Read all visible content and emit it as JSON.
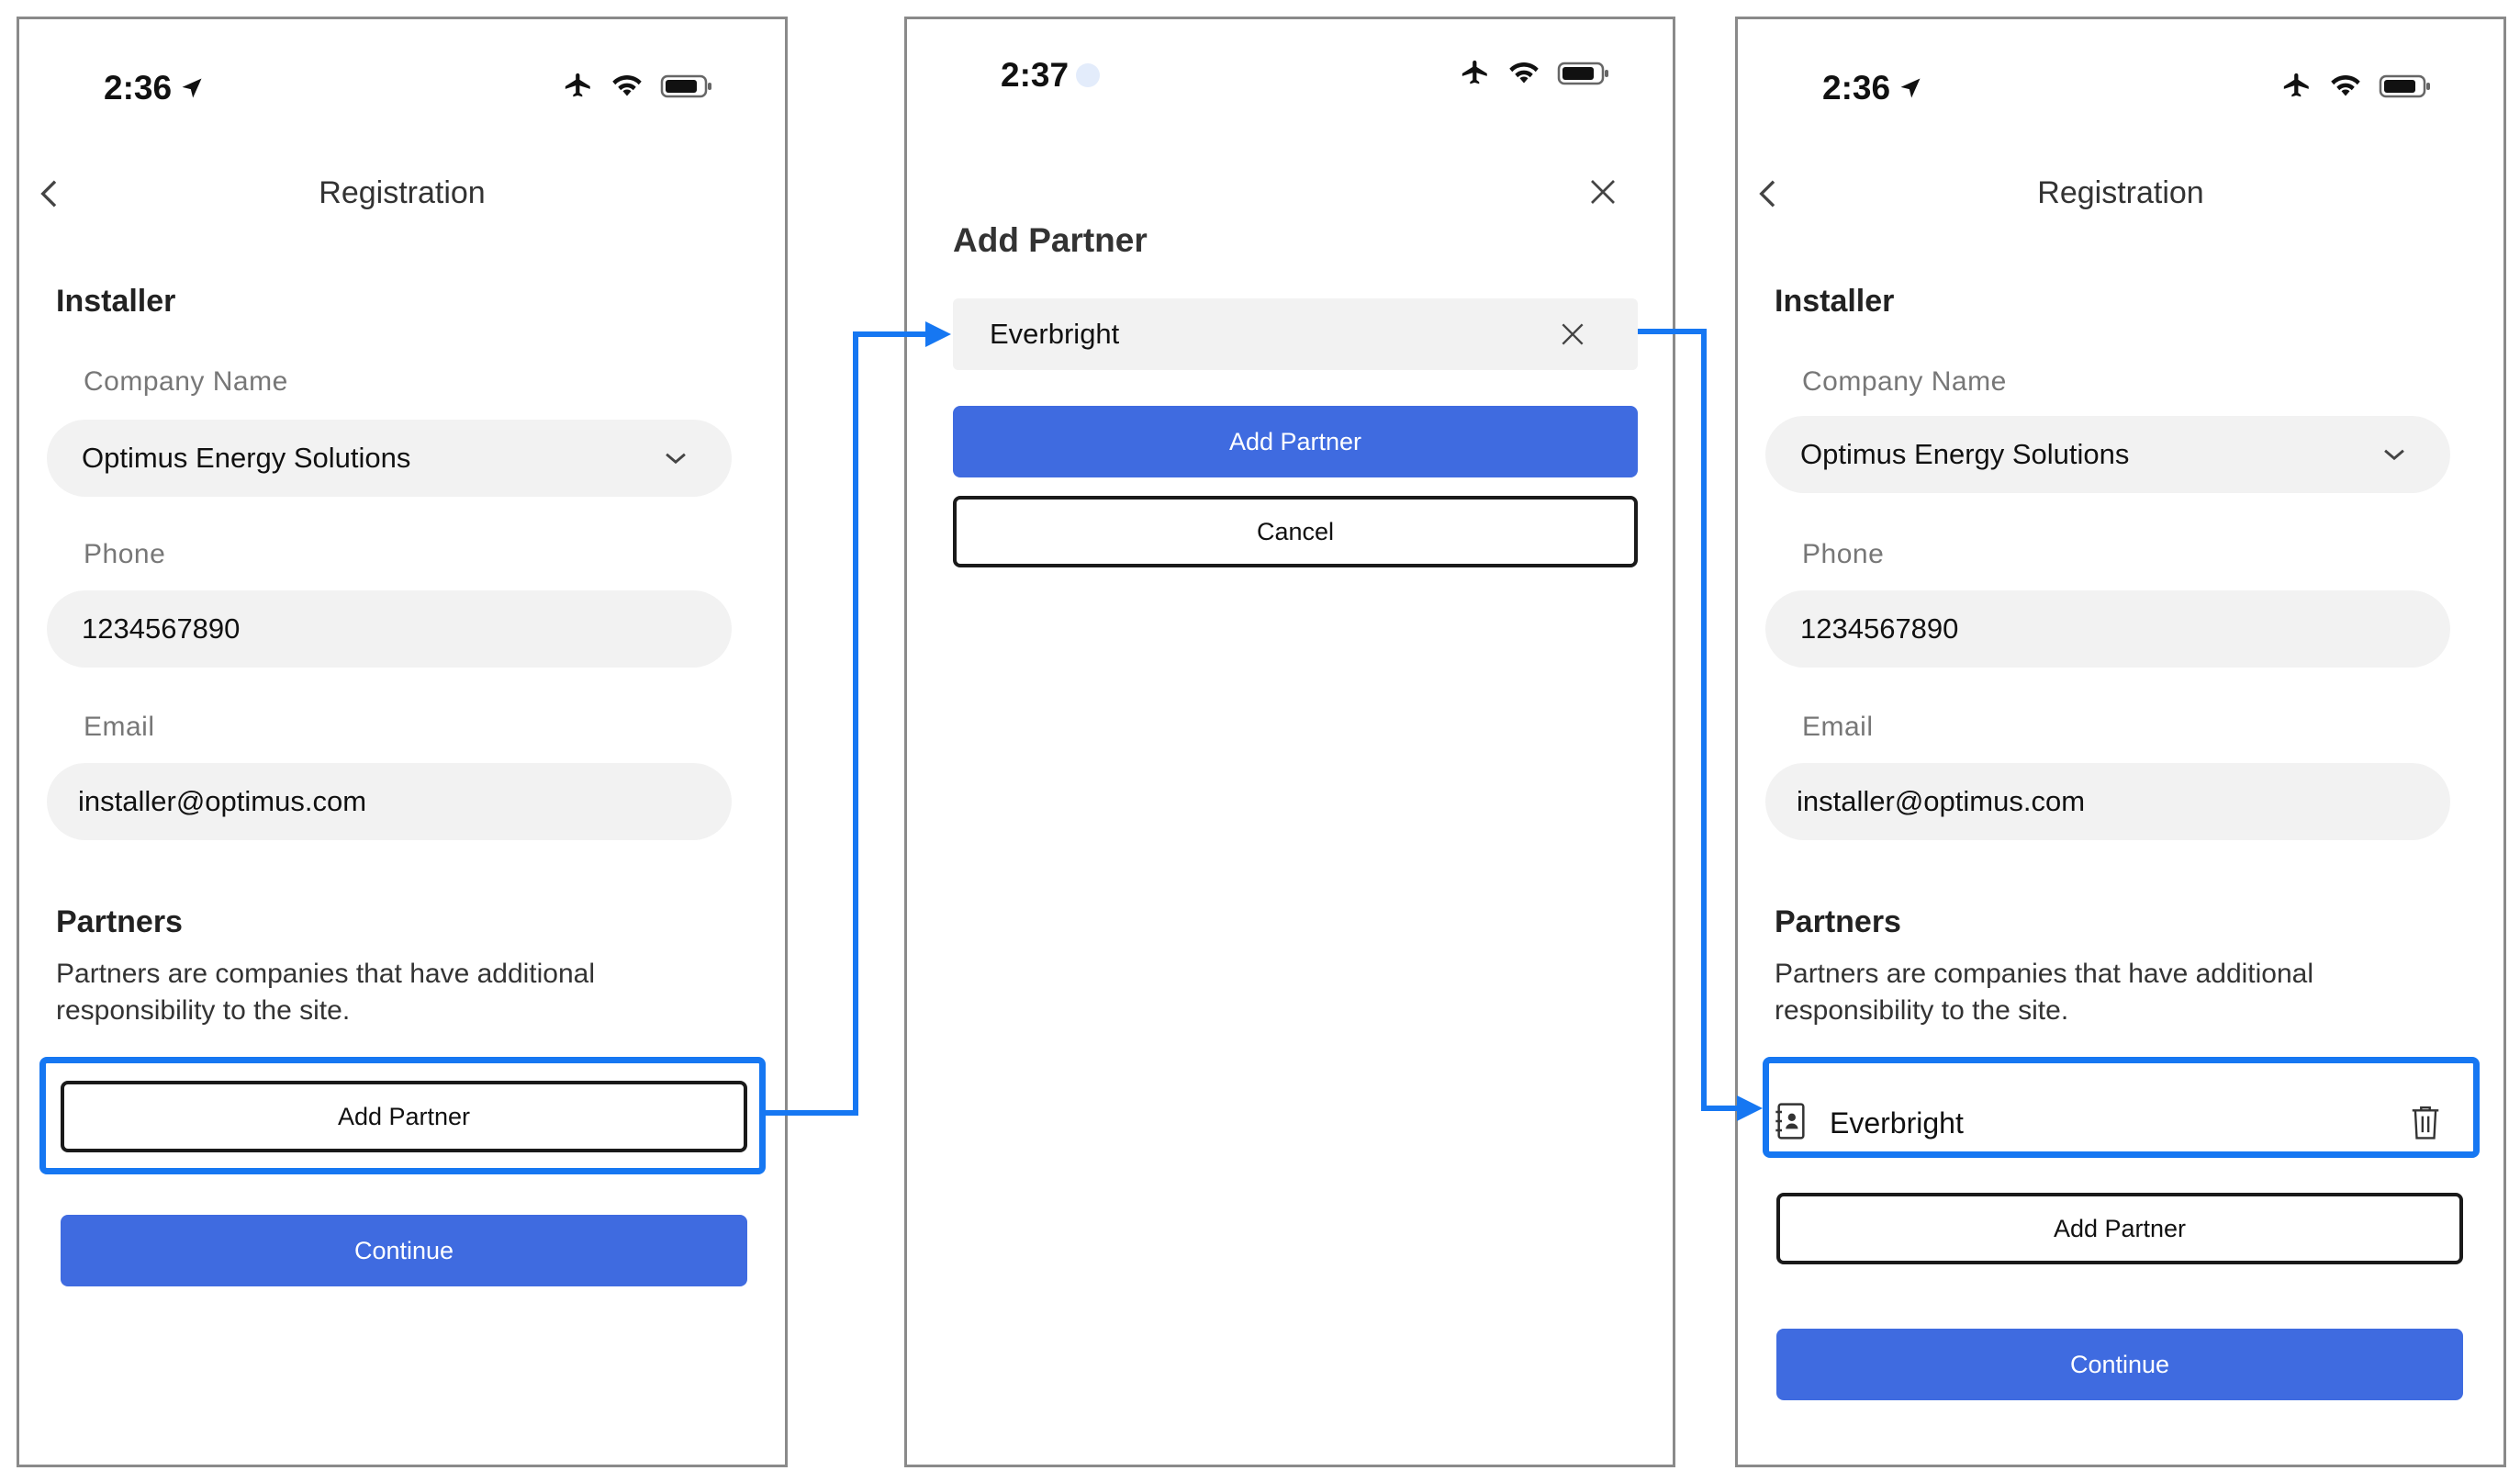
{
  "screen1": {
    "time": "2:36",
    "nav_title": "Registration",
    "installer_title": "Installer",
    "company_label": "Company Name",
    "company_value": "Optimus Energy Solutions",
    "phone_label": "Phone",
    "phone_value": "1234567890",
    "email_label": "Email",
    "email_value": "installer@optimus.com",
    "partners_title": "Partners",
    "partners_desc": "Partners are companies that have additional responsibility to the site.",
    "add_partner_label": "Add Partner",
    "continue_label": "Continue"
  },
  "screen2": {
    "time": "2:37",
    "title": "Add Partner",
    "partner_input_value": "Everbright",
    "add_partner_label": "Add Partner",
    "cancel_label": "Cancel"
  },
  "screen3": {
    "time": "2:36",
    "nav_title": "Registration",
    "installer_title": "Installer",
    "company_label": "Company Name",
    "company_value": "Optimus Energy Solutions",
    "phone_label": "Phone",
    "phone_value": "1234567890",
    "email_label": "Email",
    "email_value": "installer@optimus.com",
    "partners_title": "Partners",
    "partners_desc": "Partners are companies that have additional responsibility to the site.",
    "partner_name": "Everbright",
    "add_partner_label": "Add Partner",
    "continue_label": "Continue"
  },
  "colors": {
    "primary": "#3f6be0",
    "highlight": "#1677f2",
    "field_bg": "#f2f2f2"
  },
  "icons": [
    "location-arrow-icon",
    "airplane-icon",
    "wifi-icon",
    "battery-icon",
    "back-chevron-icon",
    "chevron-down-icon",
    "close-icon",
    "clear-icon",
    "contact-book-icon",
    "trash-icon"
  ]
}
